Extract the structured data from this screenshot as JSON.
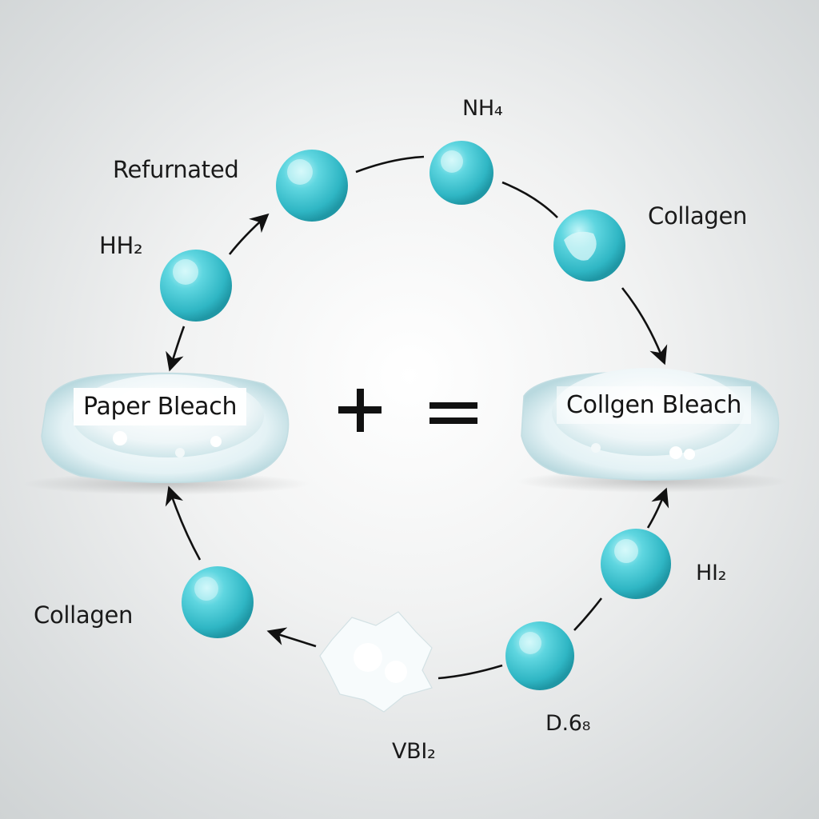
{
  "diagram": {
    "labels": {
      "top": "NH₄",
      "top_left": "Refurnated",
      "left_upper": "HH₂",
      "right_upper": "Collagen",
      "left_lower": "Collagen",
      "right_lower": "HI₂",
      "bottom_center": "VBI₂",
      "bottom_right": "D.6₈"
    },
    "left_pile_label": "Paper Bleach",
    "right_pile_label": "Collgen Bleach",
    "operators": {
      "plus": "+",
      "equals": "="
    }
  },
  "colors": {
    "sphere": "#3cc5d2",
    "sphere_highlight": "#b8f3f7",
    "pile": "#f4f9fb",
    "arrow": "#111111"
  }
}
